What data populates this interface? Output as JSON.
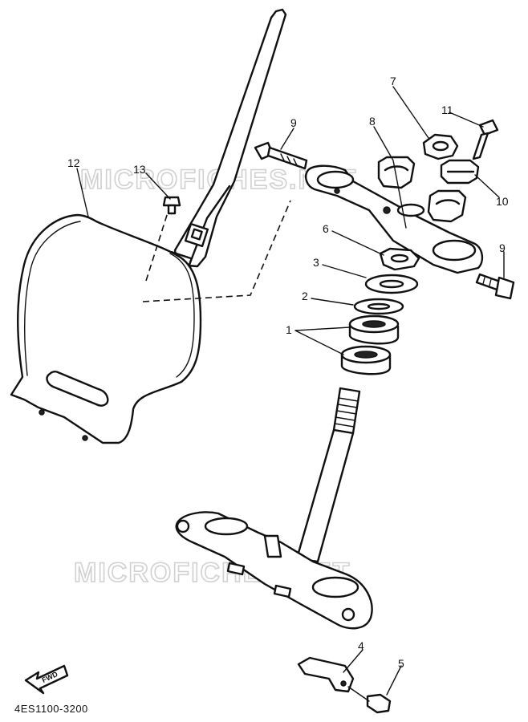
{
  "diagram": {
    "part_code": "4ES1100-3200",
    "watermarks": [
      "MICROFICHES.NET",
      "MICROFICHES.NET"
    ],
    "fwd_label": "FWD",
    "callouts": [
      {
        "id": "1",
        "label": "1"
      },
      {
        "id": "2",
        "label": "2"
      },
      {
        "id": "3",
        "label": "3"
      },
      {
        "id": "4",
        "label": "4"
      },
      {
        "id": "5",
        "label": "5"
      },
      {
        "id": "6",
        "label": "6"
      },
      {
        "id": "7",
        "label": "7"
      },
      {
        "id": "8",
        "label": "8"
      },
      {
        "id": "9a",
        "label": "9"
      },
      {
        "id": "9b",
        "label": "9"
      },
      {
        "id": "10",
        "label": "10"
      },
      {
        "id": "11",
        "label": "11"
      },
      {
        "id": "12",
        "label": "12"
      },
      {
        "id": "13",
        "label": "13"
      }
    ]
  }
}
